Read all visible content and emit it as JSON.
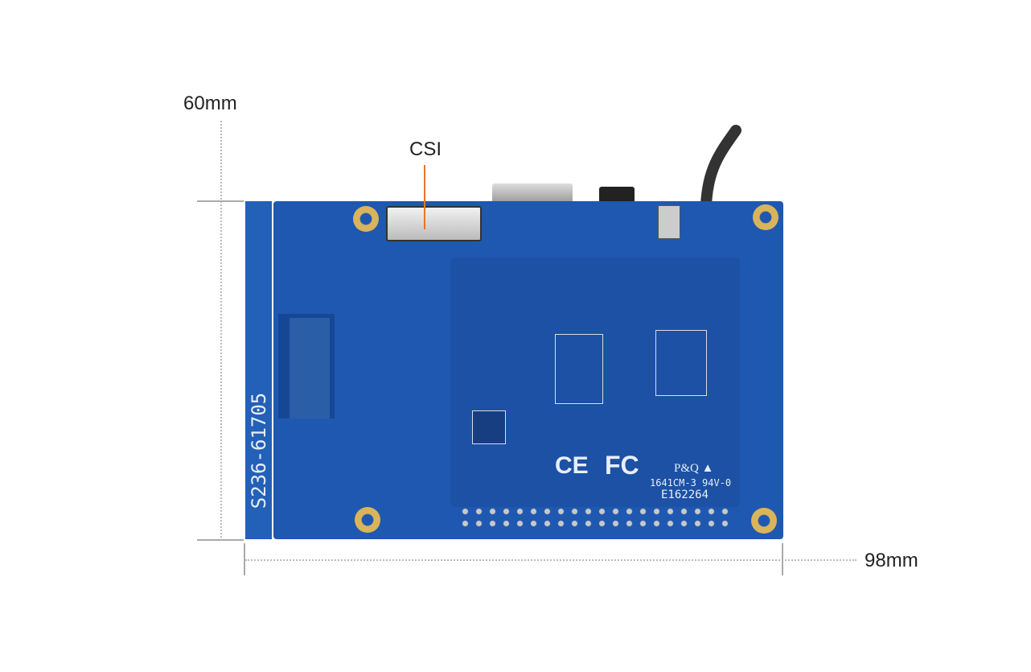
{
  "dimensions": {
    "height_label": "60mm",
    "width_label": "98mm"
  },
  "callouts": {
    "csi_label": "CSI"
  },
  "board": {
    "part_number": "S236-61705",
    "markings": {
      "ul_line": "P&Q ▲",
      "rating": "1641CM-3 94V-0",
      "file_no": "E162264"
    },
    "color": "#1f58b0",
    "callout_color": "#e8762b"
  }
}
